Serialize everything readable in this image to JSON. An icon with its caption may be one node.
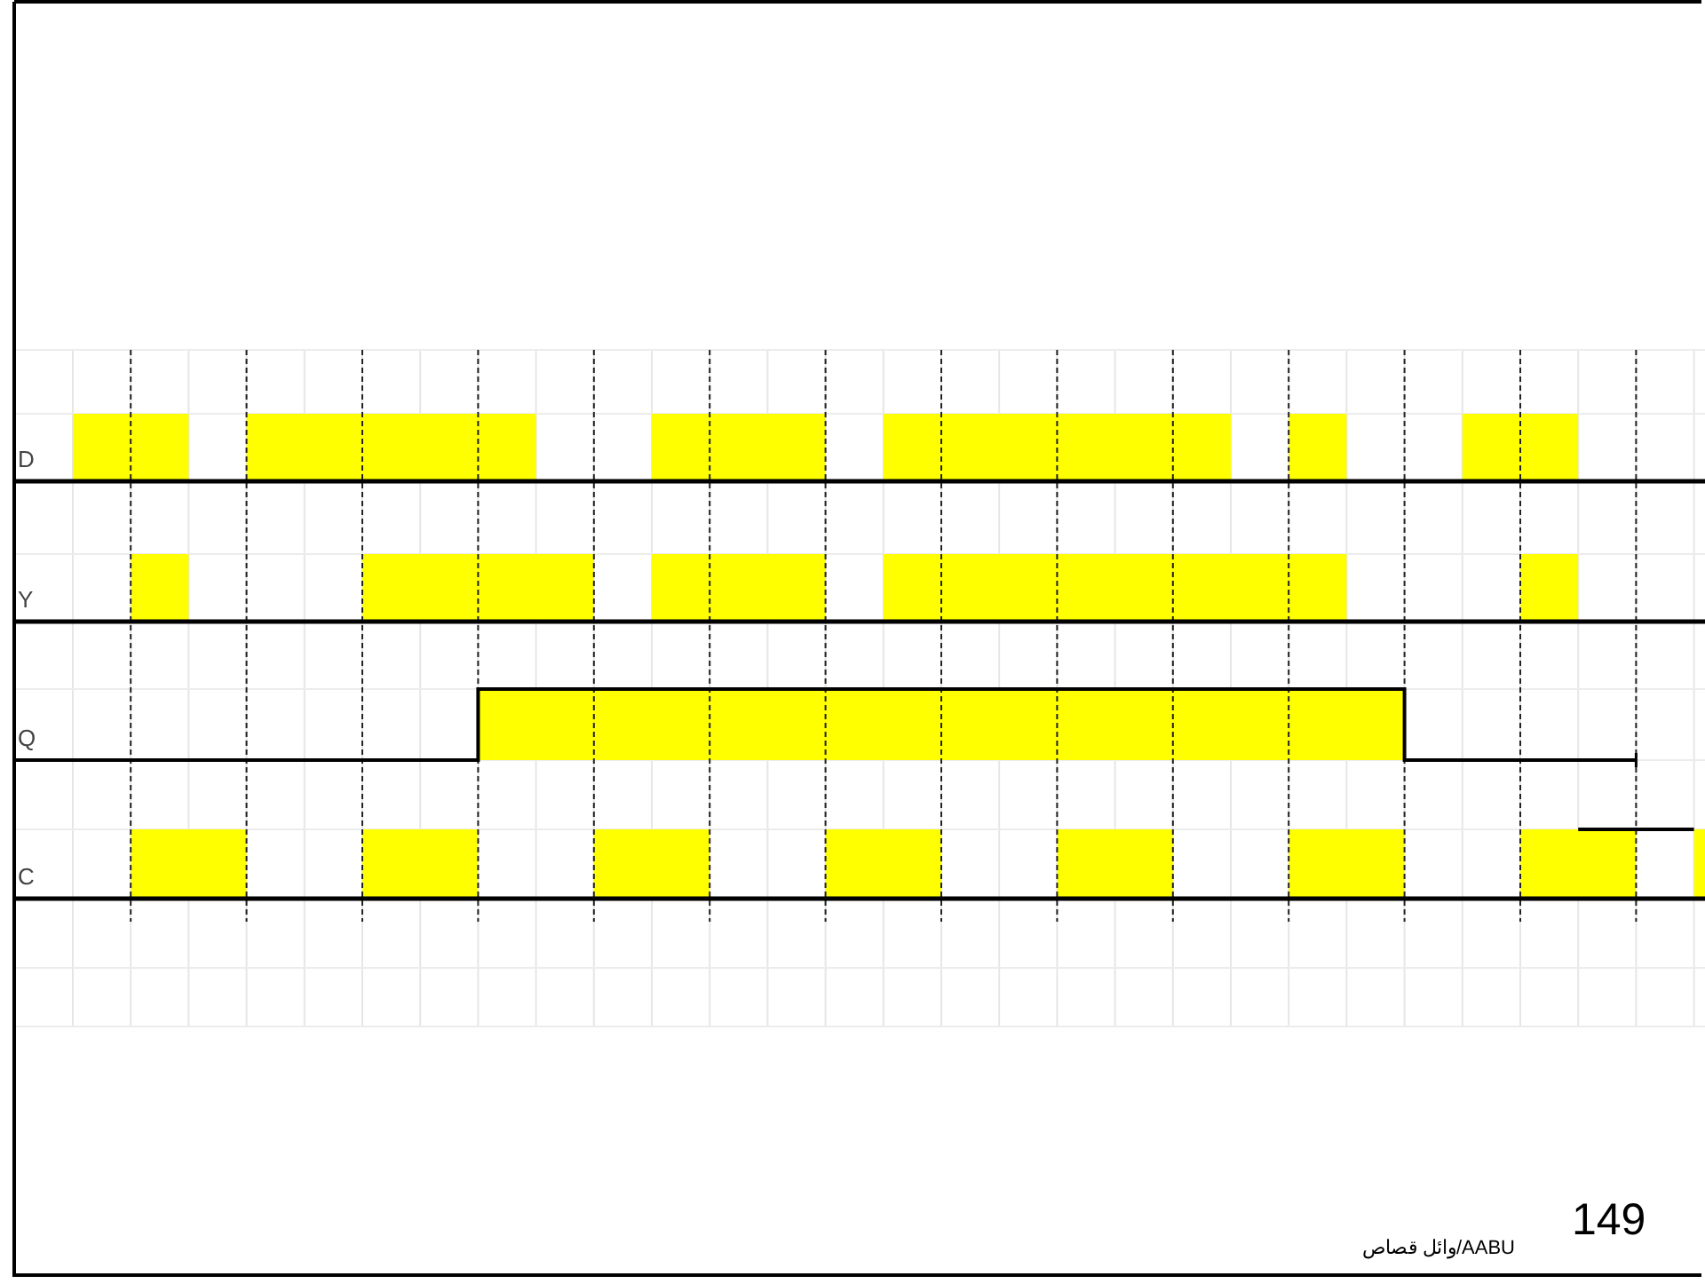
{
  "diagram": {
    "labels": [
      "D",
      "Y",
      "Q",
      "C",
      "149",
      "AABU/وائل قصاص"
    ]
  }
}
